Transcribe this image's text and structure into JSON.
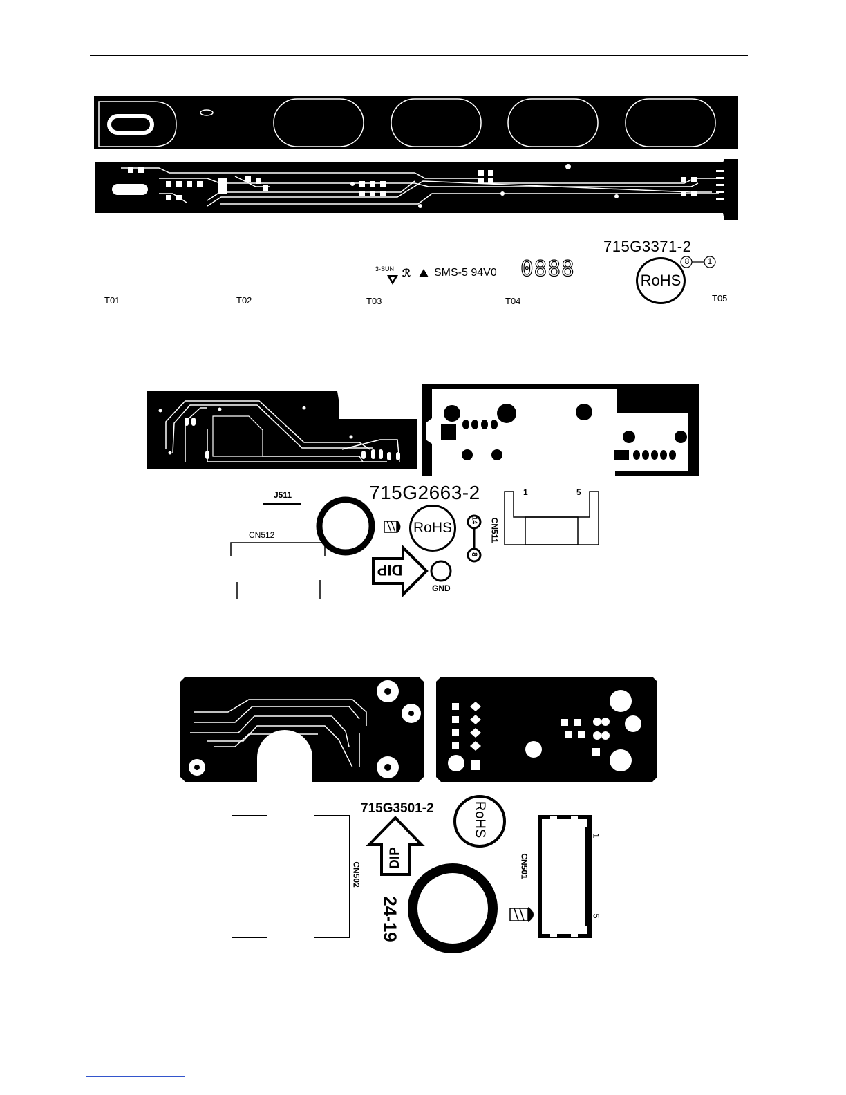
{
  "labels": {
    "board1_model": "715G3371-2",
    "board1_rohs": "RoHS",
    "board1_ver_a": "8",
    "board1_ver_b": "1",
    "board1_maker": "3-SUN",
    "board1_ul": "SMS-5 94V0",
    "board1_datecode": "0888",
    "tp1": "T01",
    "tp2": "T02",
    "tp3": "T03",
    "tp4": "T04",
    "tp5": "T05",
    "board2_model": "715G2663-2",
    "board2_rohs": "RoHS",
    "board2_j511": "J511",
    "board2_cn512": "CN512",
    "board2_cn511": "CN511",
    "board2_pin1": "1",
    "board2_pin5": "5",
    "board2_dip": "DIP",
    "board2_gnd": "GND",
    "board2_ver_a": "14",
    "board2_ver_b": "8",
    "board3_model": "715G3501-2",
    "board3_rohs": "RoHS",
    "board3_dip": "DIP",
    "board3_cn502": "CN502",
    "board3_cn501": "CN501",
    "board3_size": "24-19",
    "board3_pin1": "1",
    "board3_pin5": "5"
  },
  "colors": {
    "copper": "#000000",
    "background": "#ffffff",
    "link": "#3355cc"
  }
}
